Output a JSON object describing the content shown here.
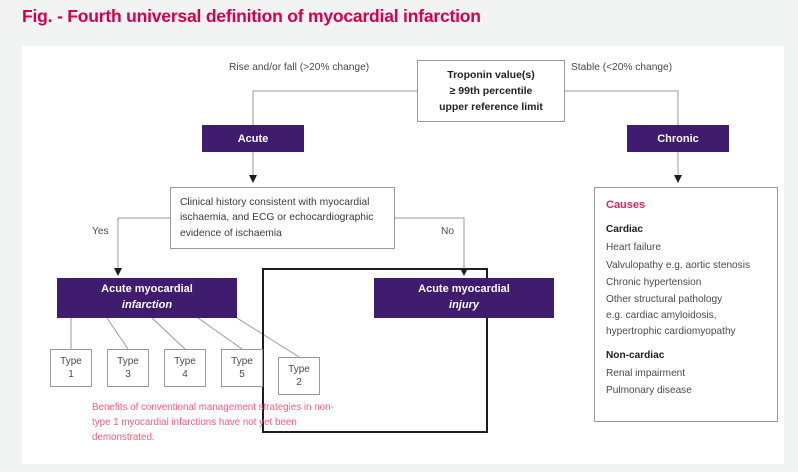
{
  "figure": {
    "title": "Fig. - Fourth universal definition of myocardial infarction",
    "title_color": "#d4004b"
  },
  "colors": {
    "purple": "#3f1c6e",
    "crimson": "#d4004b",
    "causes_header": "#e0245e",
    "footnote": "#f2607a",
    "panel_bg": "#ffffff",
    "page_bg": "#f2f3f3"
  },
  "nodes": {
    "troponin": {
      "line1": "Troponin value(s)",
      "line2": "≥ 99th percentile",
      "line3": "upper reference limit"
    },
    "acute": "Acute",
    "chronic": "Chronic",
    "clinical_history": "Clinical history consistent with myocardial ischaemia, and ECG or echocardiographic evidence of ischaemia",
    "acute_mi": {
      "line1": "Acute myocardial",
      "line2": "infarction"
    },
    "acute_injury": {
      "line1": "Acute myocardial",
      "line2": "injury"
    }
  },
  "edge_labels": {
    "rise": "Rise and/or fall (>20% change)",
    "stable": "Stable (<20% change)",
    "yes": "Yes",
    "no": "No"
  },
  "types": [
    {
      "label": "Type",
      "number": "1"
    },
    {
      "label": "Type",
      "number": "3"
    },
    {
      "label": "Type",
      "number": "4"
    },
    {
      "label": "Type",
      "number": "5"
    },
    {
      "label": "Type",
      "number": "2"
    }
  ],
  "causes": {
    "header": "Causes",
    "cardiac_header": "Cardiac",
    "cardiac_items": [
      "Heart failure",
      "Valvulopathy e.g. aortic stenosis",
      "Chronic hypertension"
    ],
    "cardiac_other_l1": "Other structural pathology",
    "cardiac_other_l2": "e.g. cardiac amyloidosis,",
    "cardiac_other_l3": "hypertrophic cardiomyopathy",
    "noncardiac_header": "Non-cardiac",
    "noncardiac_items": [
      "Renal impairment",
      "Pulmonary disease"
    ]
  },
  "footnote": "Benefits of conventional management strategies in non-type 1 myocardial infarctions have not yet been demonstrated."
}
